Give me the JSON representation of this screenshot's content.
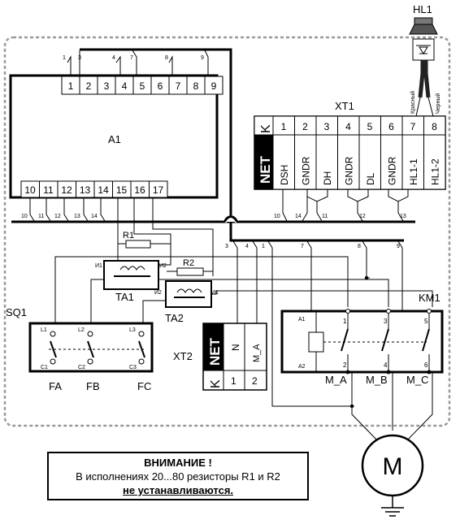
{
  "hl1": {
    "label": "HL1",
    "wire_red": "Красный",
    "wire_black": "Черный"
  },
  "a1": {
    "label": "A1",
    "top_pins": [
      "1",
      "2",
      "3",
      "4",
      "5",
      "6",
      "7",
      "8",
      "9"
    ],
    "bottom_pins": [
      "10",
      "11",
      "12",
      "13",
      "14",
      "15",
      "16",
      "17"
    ],
    "top_wire_labels": [
      "1",
      "3",
      "4",
      "7",
      "8",
      "9"
    ],
    "bottom_wire_labels": [
      "10",
      "11",
      "12",
      "13",
      "14"
    ]
  },
  "xt1": {
    "label": "XT1",
    "k": "K",
    "net": "NET",
    "pins": [
      "1",
      "2",
      "3",
      "4",
      "5",
      "6",
      "7",
      "8"
    ],
    "signals": [
      "DSH",
      "GNDR",
      "DH",
      "GNDR",
      "DL",
      "GNDR",
      "HL1-1",
      "HL1-2"
    ],
    "wire_labels": [
      "10",
      "14",
      "11",
      "12",
      "13"
    ]
  },
  "bus_labels": [
    "3",
    "4",
    "1",
    "7",
    "8",
    "9"
  ],
  "r1": "R1",
  "r2": "R2",
  "ta1": {
    "label": "TA1",
    "i1": "И1",
    "i2": "И2"
  },
  "ta2": {
    "label": "TA2",
    "i1": "И1",
    "i2": "И2"
  },
  "sq1": {
    "label": "SQ1",
    "top": [
      "L1",
      "L2",
      "L3"
    ],
    "bottom": [
      "C1",
      "C2",
      "C3"
    ],
    "phases": [
      "FA",
      "FB",
      "FC"
    ]
  },
  "xt2": {
    "label": "XT2",
    "net": "NET",
    "k": "K",
    "n": "N",
    "ma": "M_A",
    "pins": [
      "1",
      "2"
    ]
  },
  "km1": {
    "label": "KM1",
    "a1": "A1",
    "a2": "A2",
    "top": [
      "1",
      "3",
      "5"
    ],
    "bottom": [
      "2",
      "4",
      "6"
    ],
    "outputs": [
      "M_A",
      "M_B",
      "M_C"
    ]
  },
  "motor": "M",
  "notice": {
    "title": "ВНИМАНИЕ !",
    "line1": "В исполнениях 20...80 резисторы R1 и R2",
    "line2": "не устанавливаются."
  }
}
